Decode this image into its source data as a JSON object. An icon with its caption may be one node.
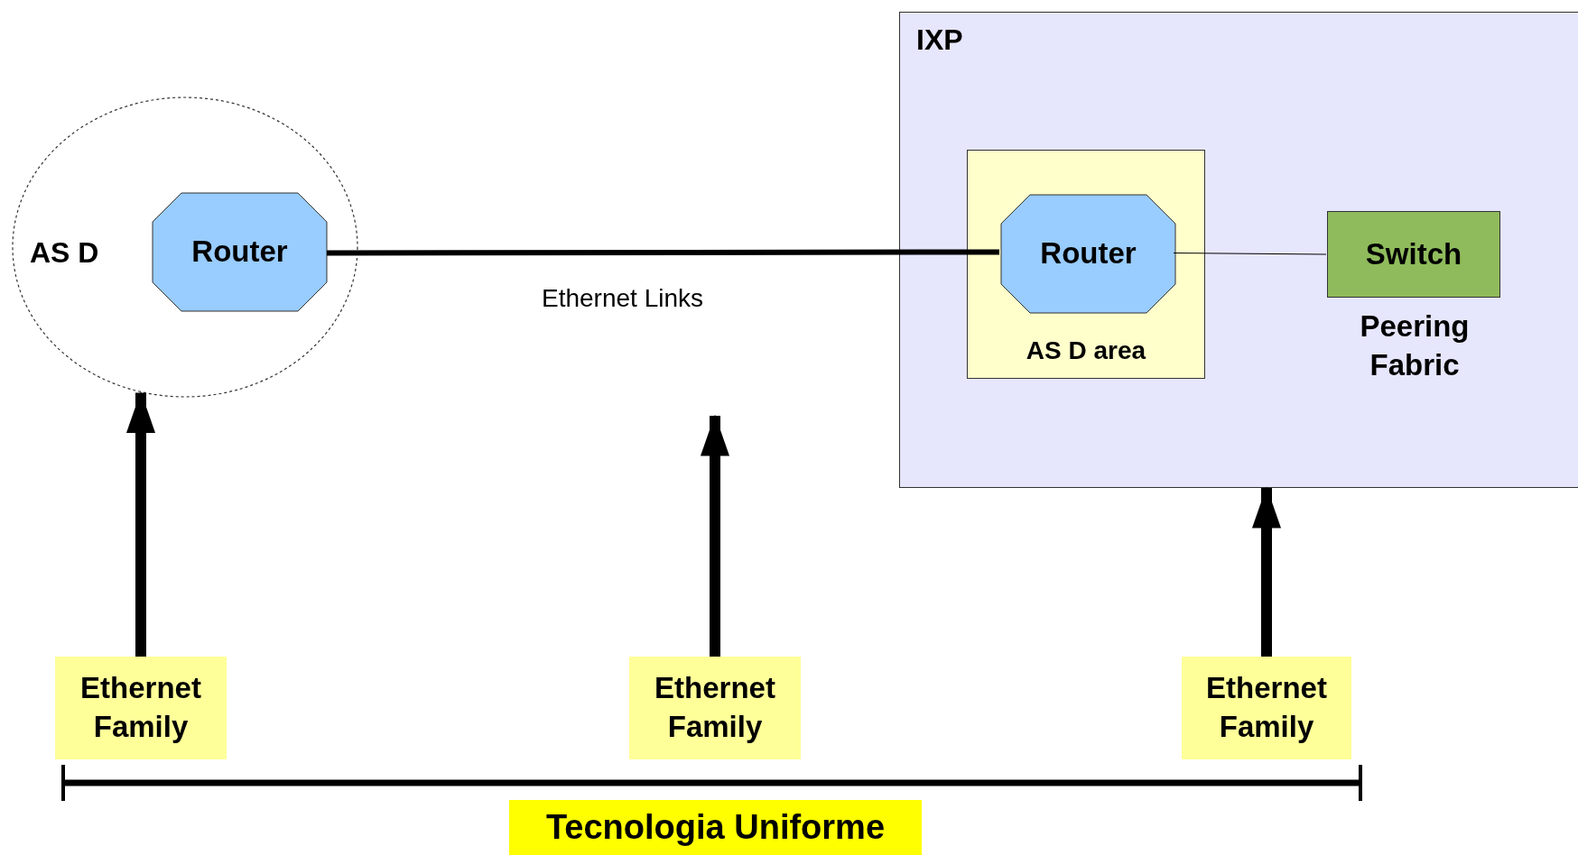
{
  "diagram": {
    "nodes": [
      {
        "text": [
          "IXP"
        ]
      },
      {
        "text": [
          "AS D"
        ]
      },
      {
        "text": [
          "Router"
        ],
        "in": 1
      },
      {
        "text": [
          "AS D area"
        ],
        "in": 0
      },
      {
        "text": [
          "Router"
        ],
        "in": 3
      },
      {
        "text": [
          "Switch"
        ],
        "beside": [
          "Peering Fabric"
        ],
        "in": 0
      },
      {
        "text": [
          "Ethernet Family"
        ]
      },
      {
        "text": [
          "Ethernet Family"
        ]
      },
      {
        "text": [
          "Ethernet Family"
        ]
      }
    ],
    "edges": [
      {
        "from": 2,
        "to": 4,
        "arrow": "none",
        "label": "Ethernet Links"
      },
      {
        "from": 4,
        "to": 5,
        "arrow": "none"
      },
      {
        "from": 6,
        "to": 1,
        "arrow": "to"
      },
      {
        "from": 7,
        "to": null,
        "arrow": "to"
      },
      {
        "from": 8,
        "to": 0,
        "arrow": "to"
      }
    ],
    "labels": [
      "Tecnologia Uniforme"
    ]
  }
}
